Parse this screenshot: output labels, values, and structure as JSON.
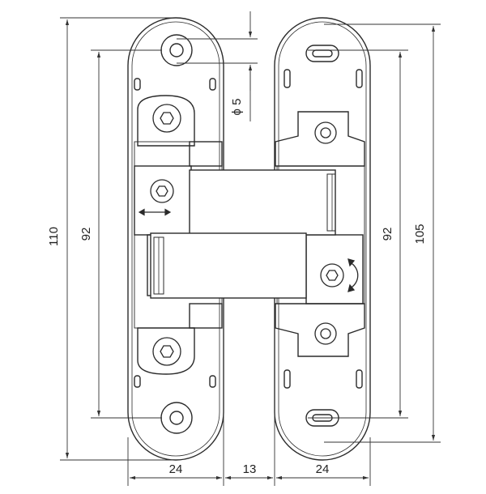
{
  "dimensions": {
    "overall_height_left": "110",
    "hole_pitch_left": "92",
    "hole_pitch_right": "92",
    "overall_height_right": "105",
    "width_left_leaf": "24",
    "gap_between_leaves": "13",
    "width_right_leaf": "24",
    "hole_diameter": "ϕ 5"
  },
  "colors": {
    "line": "#2a2a2a",
    "fill": "#ffffff",
    "dim_line": "#333333"
  },
  "icons": {
    "adjust_horizontal": "double-arrow-icon",
    "adjust_rotate": "rotate-arrow-icon"
  }
}
